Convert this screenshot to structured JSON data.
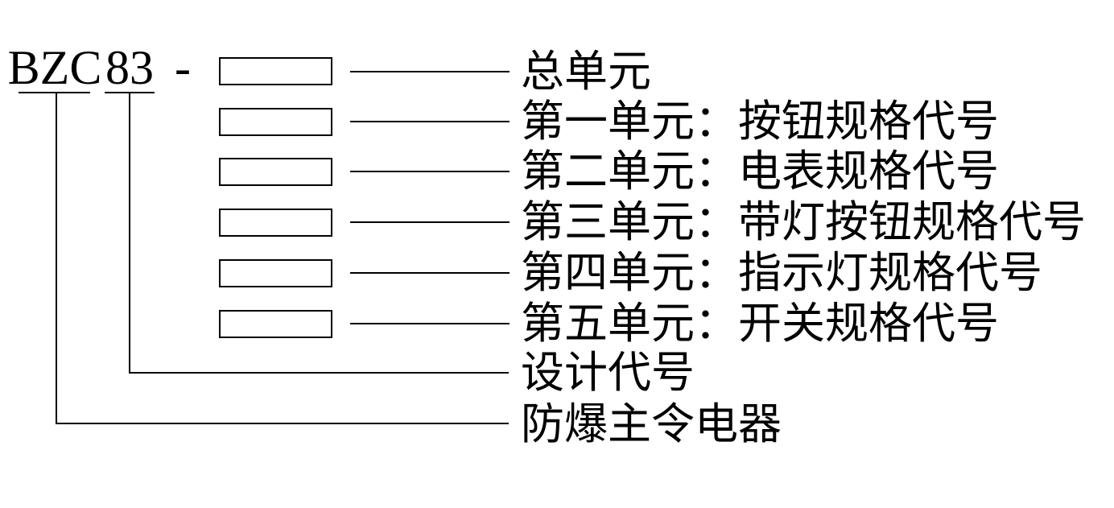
{
  "model_code": {
    "prefix": "BZC",
    "design_number": "83",
    "separator": "-"
  },
  "unit_rows": [
    {
      "label": "总单元"
    },
    {
      "label": "第一单元：按钮规格代号"
    },
    {
      "label": "第二单元：电表规格代号"
    },
    {
      "label": "第三单元：带灯按钮规格代号"
    },
    {
      "label": "第四单元：指示灯规格代号"
    },
    {
      "label": "第五单元：开关规格代号"
    }
  ],
  "legend": {
    "design_code": "设计代号",
    "product_type": "防爆主令电器"
  },
  "colors": {
    "line": "#000000",
    "text": "#000000",
    "background": "#ffffff"
  }
}
